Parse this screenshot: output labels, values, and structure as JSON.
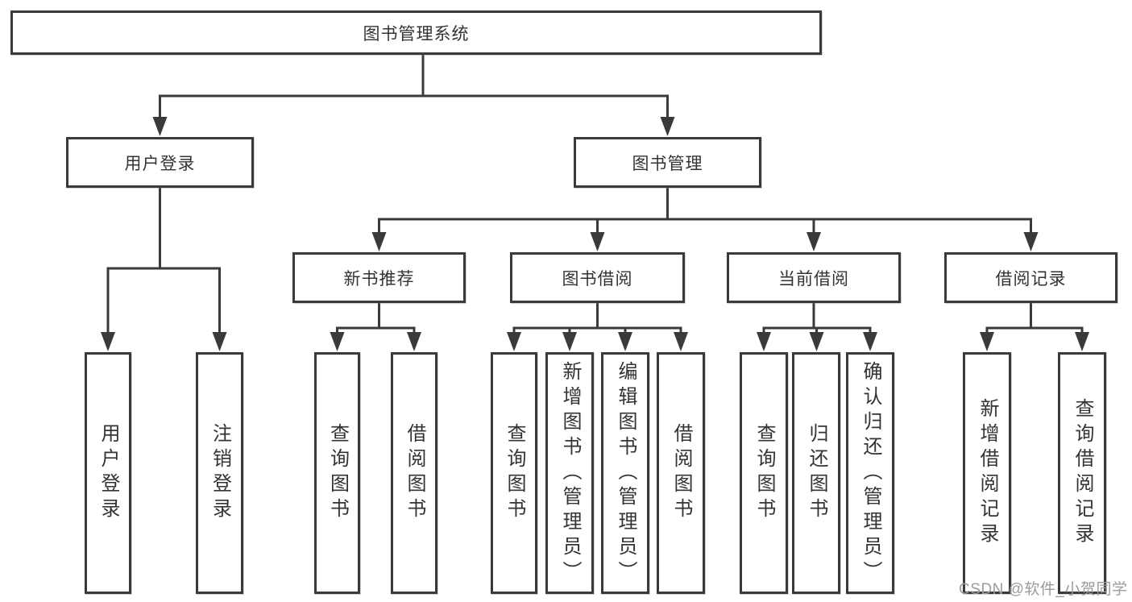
{
  "tree": {
    "root_label": "图书管理系统",
    "login": {
      "label": "用户登录",
      "children": [
        "用户登录",
        "注销登录"
      ]
    },
    "management": {
      "label": "图书管理",
      "groups": [
        {
          "label": "新书推荐",
          "children": [
            "查询图书",
            "借阅图书"
          ]
        },
        {
          "label": "图书借阅",
          "children": [
            "查询图书",
            "新增图书（管理员）",
            "编辑图书（管理员）",
            "借阅图书"
          ]
        },
        {
          "label": "当前借阅",
          "children": [
            "查询图书",
            "归还图书",
            "确认归还（管理员）"
          ]
        },
        {
          "label": "借阅记录",
          "children": [
            "新增借阅记录",
            "查询借阅记录"
          ]
        }
      ]
    }
  },
  "watermark": "CSDN @软件_小贺同学",
  "colors": {
    "line": "#3a3a3a",
    "text": "#333333",
    "background": "#ffffff",
    "watermark": "#9b9b9f"
  }
}
